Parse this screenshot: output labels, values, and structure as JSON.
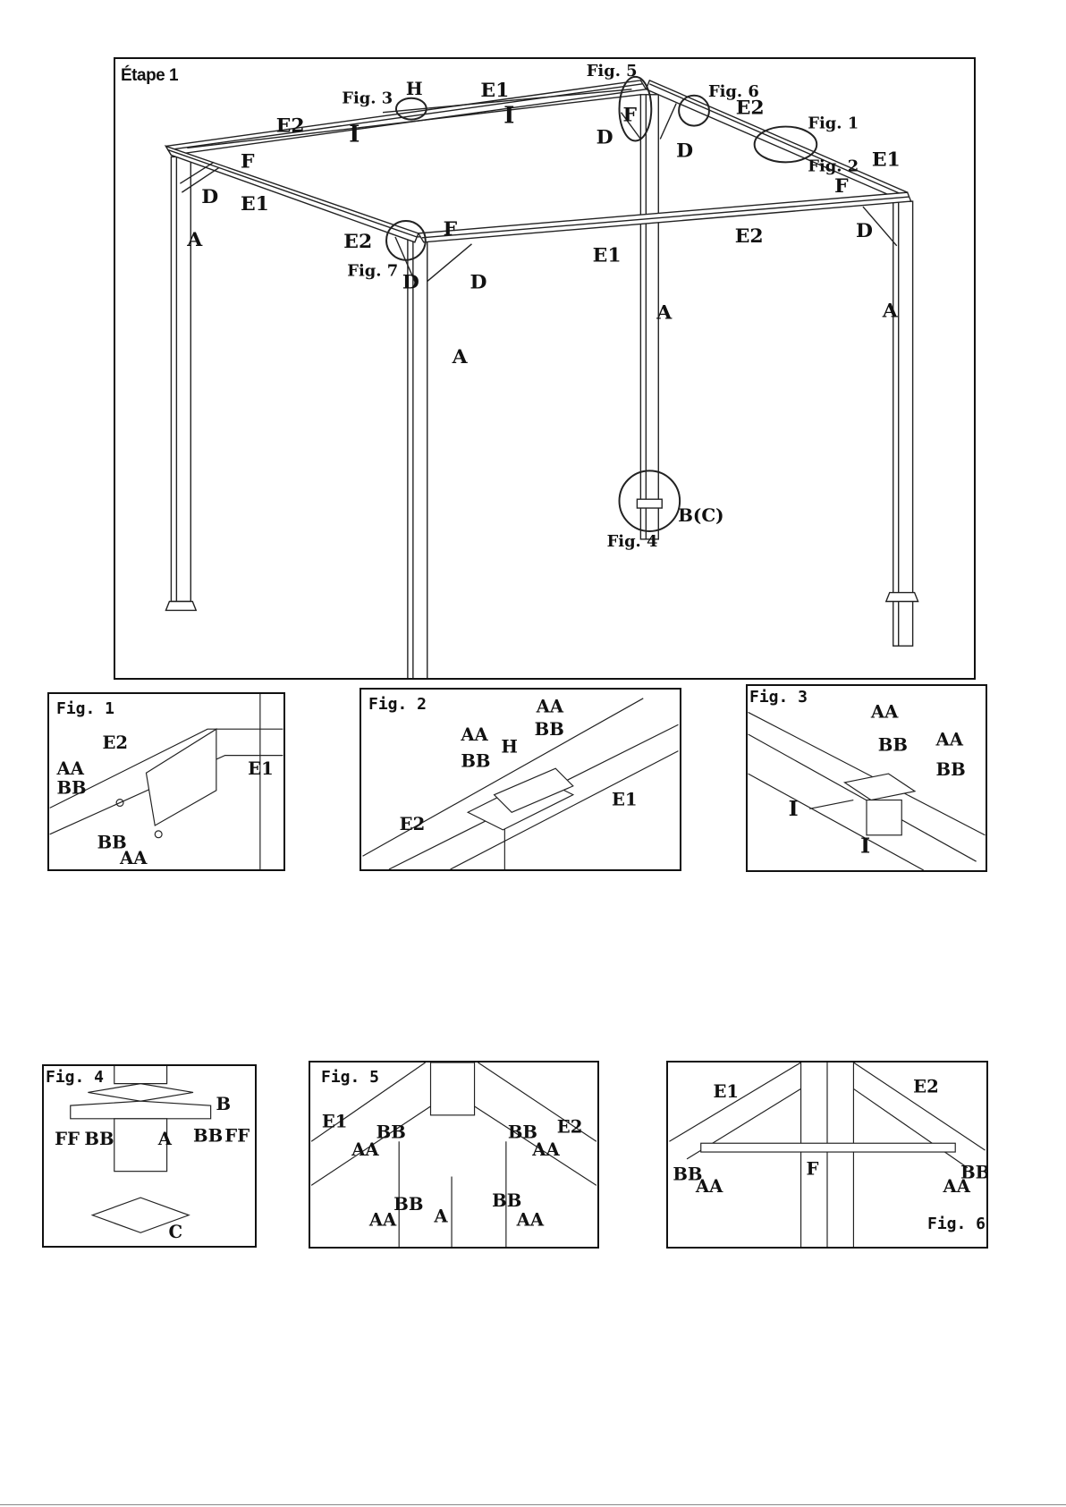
{
  "step1": {
    "title": "Étape 1",
    "labels": {
      "fig1": "Fig. 1",
      "fig2": "Fig. 2",
      "fig3": "Fig. 3",
      "fig4": "Fig. 4",
      "fig5": "Fig. 5",
      "fig6": "Fig. 6",
      "fig7": "Fig. 7",
      "H": "H",
      "E1": "E1",
      "E2": "E2",
      "I": "I",
      "F": "F",
      "D": "D",
      "A": "A",
      "BC": "B(C)"
    }
  },
  "figures": {
    "fig1": {
      "title": "Fig. 1",
      "labels": [
        "E2",
        "AA",
        "BB",
        "E1",
        "BB",
        "AA"
      ]
    },
    "fig2": {
      "title": "Fig. 2",
      "labels": [
        "AA",
        "BB",
        "AA",
        "BB",
        "H",
        "E1",
        "E2"
      ]
    },
    "fig3": {
      "title": "Fig. 3",
      "labels": [
        "AA",
        "BB",
        "AA",
        "BB",
        "I",
        "I"
      ]
    },
    "fig4": {
      "title": "Fig. 4",
      "labels": [
        "B",
        "FF",
        "BB",
        "A",
        "BB",
        "FF",
        "C"
      ]
    },
    "fig5": {
      "title": "Fig. 5",
      "labels": [
        "E1",
        "BB",
        "AA",
        "BB",
        "AA",
        "A",
        "BB",
        "AA",
        "E2",
        "BB",
        "AA"
      ]
    },
    "fig6": {
      "title": "Fig. 6",
      "labels": [
        "E1",
        "E2",
        "F",
        "BB",
        "AA",
        "AA",
        "BB"
      ]
    }
  }
}
